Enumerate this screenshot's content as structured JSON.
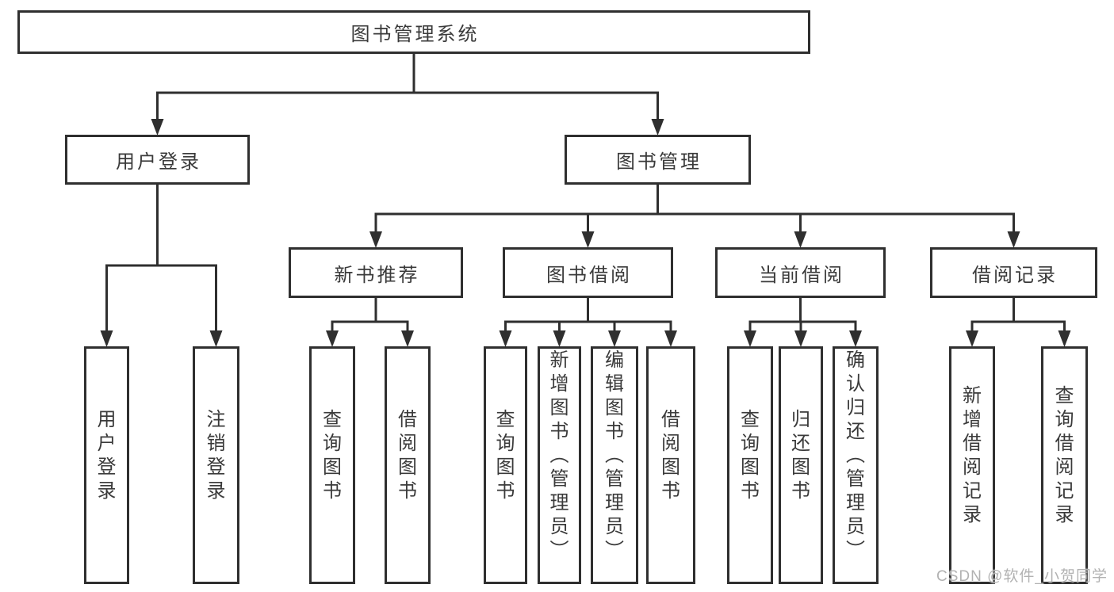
{
  "diagram": {
    "title": "图书管理系统",
    "watermark": "CSDN @软件_小贺同学",
    "colors": {
      "line": "#2f2f2f",
      "box_border": "#2f2f2f",
      "text": "#3a3a3a",
      "background": "#ffffff",
      "watermark": "#b2b2b2"
    },
    "nodes": [
      {
        "id": "root",
        "label": "图书管理系统",
        "orientation": "h",
        "children": [
          "user-login",
          "book-mgmt"
        ]
      },
      {
        "id": "user-login",
        "label": "用户登录",
        "orientation": "h",
        "children": [
          "login-action",
          "logout-action"
        ]
      },
      {
        "id": "book-mgmt",
        "label": "图书管理",
        "orientation": "h",
        "children": [
          "new-book-rec",
          "book-borrow",
          "current-borrow",
          "borrow-records"
        ]
      },
      {
        "id": "new-book-rec",
        "label": "新书推荐",
        "orientation": "h",
        "children": [
          "nb-query-book",
          "nb-borrow-book"
        ]
      },
      {
        "id": "book-borrow",
        "label": "图书借阅",
        "orientation": "h",
        "children": [
          "bb-query-book",
          "bb-add-book",
          "bb-edit-book",
          "bb-borrow-book"
        ]
      },
      {
        "id": "current-borrow",
        "label": "当前借阅",
        "orientation": "h",
        "children": [
          "cb-query-book",
          "cb-return-book",
          "cb-confirm-return"
        ]
      },
      {
        "id": "borrow-records",
        "label": "借阅记录",
        "orientation": "h",
        "children": [
          "br-add-record",
          "br-query-record"
        ]
      },
      {
        "id": "login-action",
        "label": "用户登录",
        "orientation": "v",
        "children": []
      },
      {
        "id": "logout-action",
        "label": "注销登录",
        "orientation": "v",
        "children": []
      },
      {
        "id": "nb-query-book",
        "label": "查询图书",
        "orientation": "v",
        "children": []
      },
      {
        "id": "nb-borrow-book",
        "label": "借阅图书",
        "orientation": "v",
        "children": []
      },
      {
        "id": "bb-query-book",
        "label": "查询图书",
        "orientation": "v",
        "children": []
      },
      {
        "id": "bb-add-book",
        "label": "新增图书（管理员）",
        "orientation": "v",
        "children": []
      },
      {
        "id": "bb-edit-book",
        "label": "编辑图书（管理员）",
        "orientation": "v",
        "children": []
      },
      {
        "id": "bb-borrow-book",
        "label": "借阅图书",
        "orientation": "v",
        "children": []
      },
      {
        "id": "cb-query-book",
        "label": "查询图书",
        "orientation": "v",
        "children": []
      },
      {
        "id": "cb-return-book",
        "label": "归还图书",
        "orientation": "v",
        "children": []
      },
      {
        "id": "cb-confirm-return",
        "label": "确认归还（管理员）",
        "orientation": "v",
        "children": []
      },
      {
        "id": "br-add-record",
        "label": "新增借阅记录",
        "orientation": "v",
        "children": []
      },
      {
        "id": "br-query-record",
        "label": "查询借阅记录",
        "orientation": "v",
        "children": []
      }
    ]
  }
}
